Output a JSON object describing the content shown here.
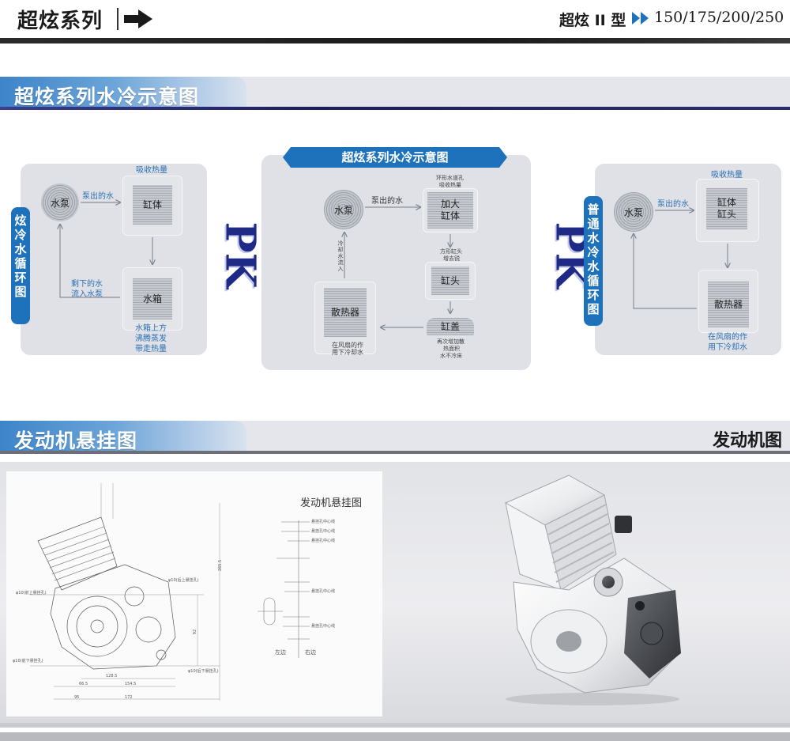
{
  "header": {
    "series_title": "超炫系列",
    "model_name": "超炫 II 型",
    "displacements": "150/175/200/250"
  },
  "section_cooling": {
    "title": "超炫系列水冷示意图"
  },
  "left_panel": {
    "side_label": "炫冷水循环图",
    "pump": "水泵",
    "pump_out": "泵出的水",
    "absorb_heat": "吸收热量",
    "cylinder": "缸体",
    "return_water_1": "剩下的水",
    "return_water_2": "流入水泵",
    "tank": "水箱",
    "tank_note_1": "水箱上方",
    "tank_note_2": "沸腾蒸发",
    "tank_note_3": "带走热量"
  },
  "pk_label": "PK",
  "middle_panel": {
    "banner": "超炫系列水冷示意图",
    "pump": "水泵",
    "pump_out": "泵出的水",
    "top_note_1": "环形水道孔",
    "top_note_2": "吸收热量",
    "cylinder_1": "加大",
    "cylinder_2": "缸体",
    "head_note_1": "方形缸头",
    "head_note_2": "增去锐",
    "head": "缸头",
    "cover": "缸盖",
    "cover_note_1": "再次增加散",
    "cover_note_2": "热面积",
    "cover_note_3": "水不冷床",
    "radiator": "散热器",
    "radiator_note_1": "在风扇的作",
    "radiator_note_2": "用下冷却水",
    "cool_inflow": "冷却水流入"
  },
  "right_panel": {
    "side_label": "普通水冷水循环图",
    "pump": "水泵",
    "pump_out": "泵出的水",
    "absorb_heat": "吸收热量",
    "cylinder_1": "缸体",
    "cylinder_2": "缸头",
    "radiator": "散热器",
    "radiator_note_1": "在风扇的作",
    "radiator_note_2": "用下冷却水"
  },
  "section_engine": {
    "title": "发动机悬挂图",
    "right_title": "发动机图"
  },
  "drawing": {
    "title": "发动机悬挂图",
    "dims": [
      "66.5",
      "128.5",
      "154.5",
      "95",
      "172",
      "265.5",
      "92"
    ],
    "notes": [
      "φ10(后上悬挂孔)",
      "φ10(前下悬挂孔)",
      "φ10(后下悬挂孔)",
      "φ10(前上悬挂孔)",
      "悬挂孔中心线",
      "左边",
      "右边"
    ]
  },
  "colors": {
    "accent_blue": "#1e72bb",
    "pk_navy": "#1f2a86",
    "label_blue": "#2a6fb3",
    "dark_line": "#1d1f5c"
  }
}
